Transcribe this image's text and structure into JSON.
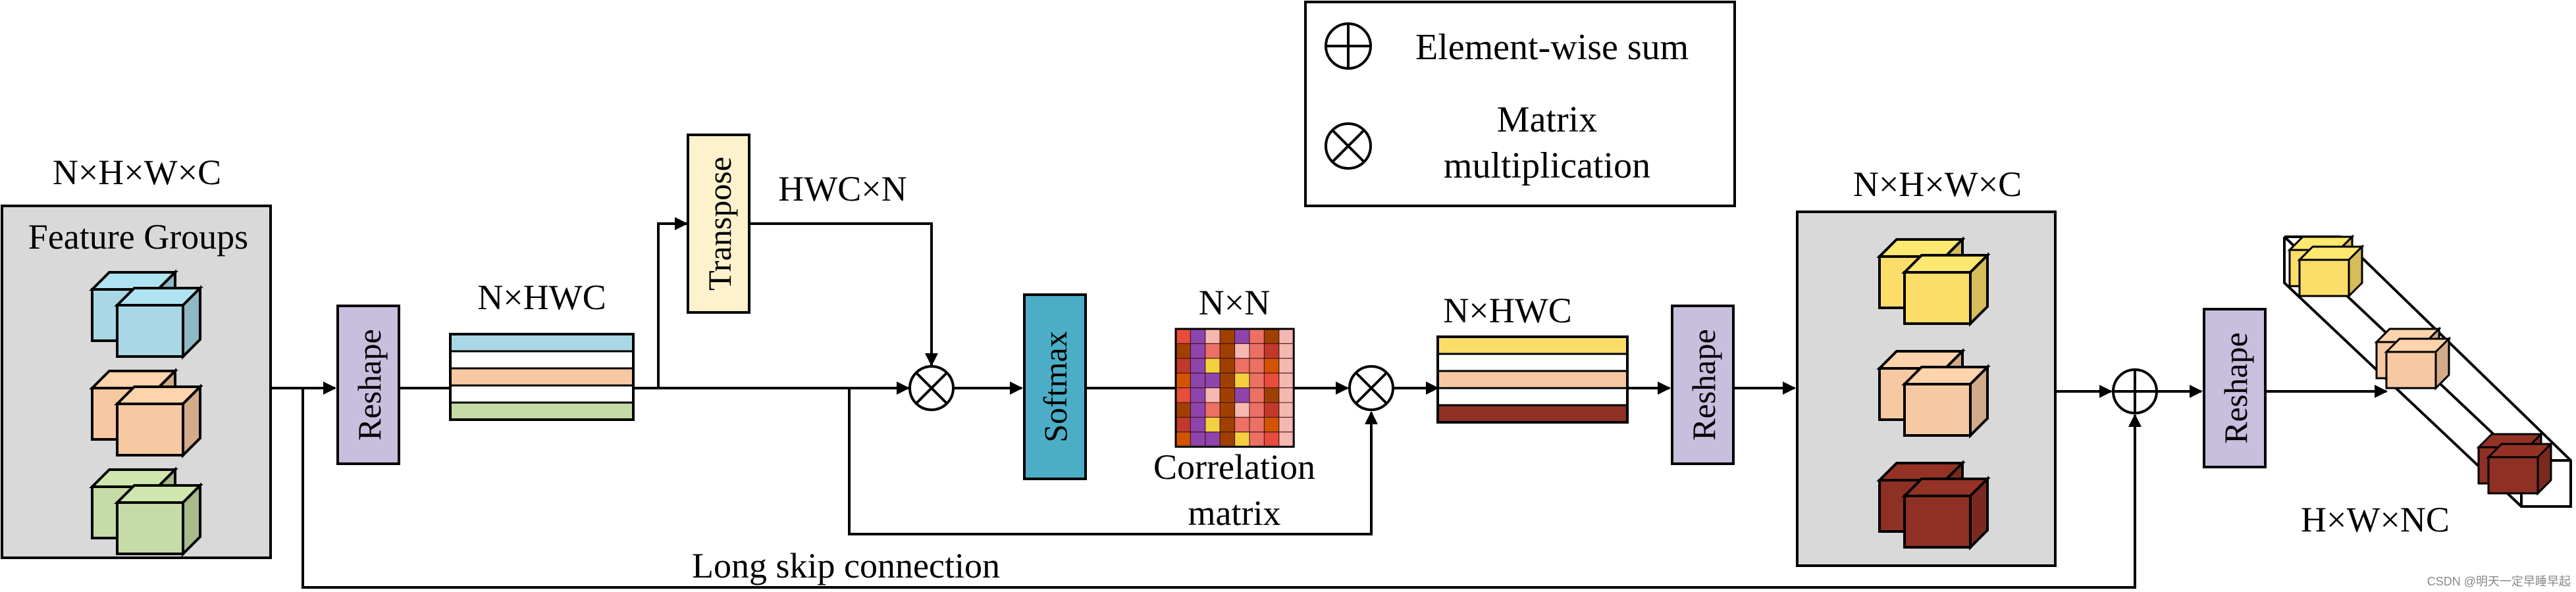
{
  "legend": {
    "sum_label": "Element-wise sum",
    "mat_label_line1": "Matrix",
    "mat_label_line2": "multiplication"
  },
  "labels": {
    "input_dims": "N×H×W×C",
    "feature_groups": "Feature Groups",
    "reshape": "Reshape",
    "transpose": "Transpose",
    "hwc_n": "HWC×N",
    "nhwc_1": "N×HWC",
    "softmax": "Softmax",
    "nxn": "N×N",
    "corr_line1": "Correlation",
    "corr_line2": "matrix",
    "nhwc_2": "N×HWC",
    "output_dims": "N×H×W×C",
    "final_dims": "H×W×NC",
    "long_skip": "Long skip connection",
    "watermark": "CSDN @明天一定早睡早起"
  },
  "colors": {
    "group_bg": "#d9d9d9",
    "reshape_fill": "#c8bedd",
    "transpose_fill": "#fdf2cc",
    "softmax_fill": "#4baec6",
    "cube_blue": "#a8d8e6",
    "cube_orange": "#f7c9a3",
    "cube_green": "#c5dca6",
    "cube_yellow": "#fcdd6a",
    "cube_brown": "#8e3024",
    "stripe_blue": "#a8d8e6",
    "stripe_orange": "#f7c9a3",
    "stripe_green": "#c5dca6",
    "stripe_yellow": "#fcdd6a",
    "stripe_brown": "#8e3024"
  }
}
